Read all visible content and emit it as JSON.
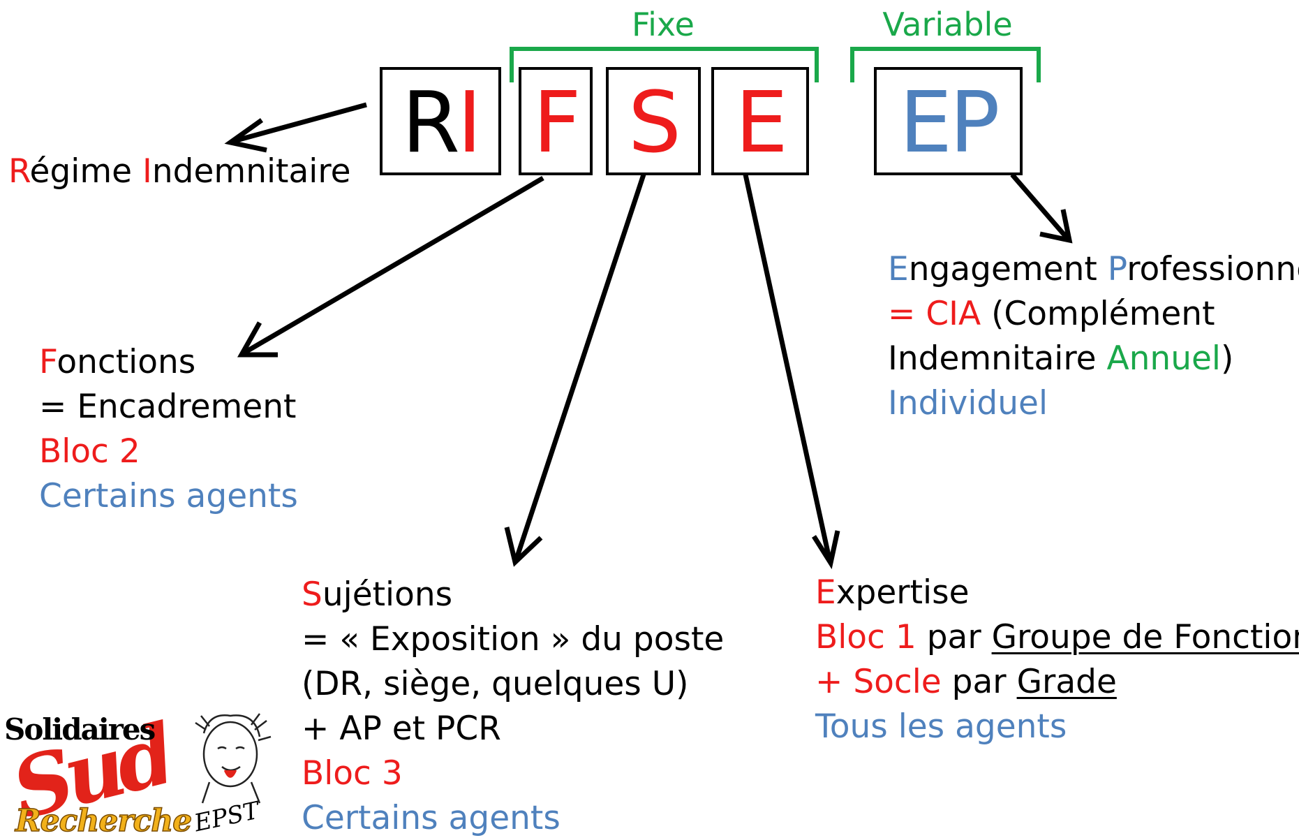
{
  "brackets": {
    "fixed_label": "Fixe",
    "variable_label": "Variable"
  },
  "acronym": {
    "ri_r": "R",
    "ri_i": "I",
    "f": "F",
    "s": "S",
    "e": "E",
    "ep": "EP"
  },
  "regime": {
    "initial_r": "R",
    "rest_1": "égime ",
    "initial_i": "I",
    "rest_2": "ndemnitaire"
  },
  "fonctions": {
    "initial": "F",
    "rest": "onctions",
    "line2": "= Encadrement",
    "line3": "Bloc 2",
    "line4": "Certains agents"
  },
  "sujetions": {
    "initial": "S",
    "rest": "ujétions",
    "line2": "= « Exposition » du poste",
    "line3": "(DR, siège, quelques U)",
    "line4": "+ AP et PCR",
    "line5": "Bloc 3",
    "line6": "Certains agents"
  },
  "expertise": {
    "initial": "E",
    "rest": "xpertise",
    "line2_red": "Bloc 1",
    "line2_mid": " par ",
    "line2_under": "Groupe de Fonction",
    "line3_red": "+ Socle",
    "line3_mid": " par ",
    "line3_under": "Grade",
    "line4": "Tous les agents"
  },
  "engagement": {
    "initial_e": "E",
    "rest_1": "ngagement ",
    "initial_p": "P",
    "rest_2": "rofessionnel",
    "line2_red": "= CIA",
    "line2_rest": " (Complément",
    "line3_start": "Indemnitaire ",
    "line3_green": "Annuel",
    "line3_end": ")",
    "line4": "Individuel"
  },
  "logo": {
    "title": "Solidaires",
    "sud": "Sud",
    "recherche": "Recherche",
    "epst": "EPST"
  },
  "colors": {
    "red": "#ee1c1c",
    "blue": "#4f81bd",
    "green": "#1aa84a",
    "black": "#000000"
  }
}
